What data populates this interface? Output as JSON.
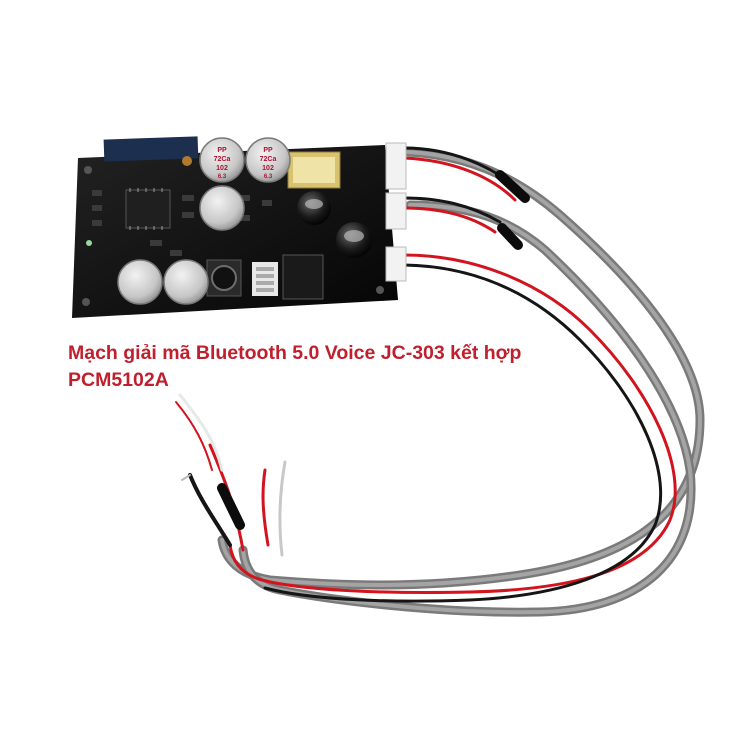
{
  "caption": {
    "line1": "Mạch giải mã Bluetooth 5.0 Voice JC-303 kết hợp",
    "line2": "PCM5102A"
  },
  "capacitors": {
    "top_label": [
      "PP",
      "72Ca",
      "102",
      "6.3"
    ],
    "bottom_label": [
      "PP",
      "72Ca",
      "102",
      "6.3"
    ]
  },
  "colors": {
    "caption": "#c0202e",
    "pcb": "#111111",
    "cap_body": "#c8c8c8",
    "cap_print": "#b01030",
    "wire_gray": "#8a8a8a",
    "wire_red": "#d2141e",
    "wire_black": "#151515"
  }
}
